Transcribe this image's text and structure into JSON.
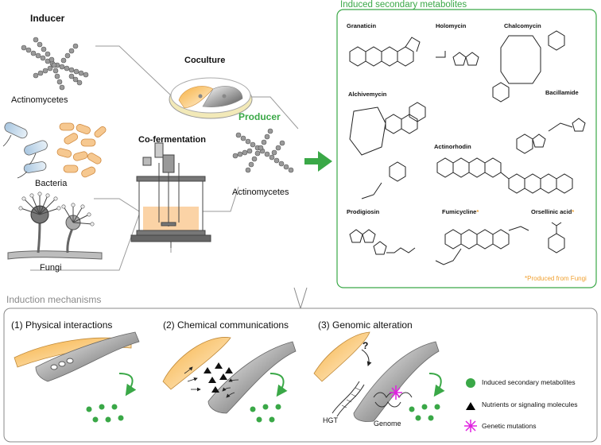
{
  "inducer": {
    "title": "Inducer",
    "actinomycetes": "Actinomycetes",
    "bacteria": "Bacteria",
    "fungi": "Fungi"
  },
  "coculture": "Coculture",
  "cofermentation": "Co-fermentation",
  "producer": {
    "title": "Producer",
    "organism": "Actinomycetes"
  },
  "metabolites": {
    "title": "Induced secondary metabolites",
    "compounds": [
      {
        "name": "Granaticin",
        "fungal": false
      },
      {
        "name": "Holomycin",
        "fungal": false
      },
      {
        "name": "Chalcomycin",
        "fungal": false
      },
      {
        "name": "Alchivemycin",
        "fungal": false
      },
      {
        "name": "Bacillamide",
        "fungal": false
      },
      {
        "name": "Actinorhodin",
        "fungal": false
      },
      {
        "name": "Prodigiosin",
        "fungal": false
      },
      {
        "name": "Fumicycline",
        "fungal": true
      },
      {
        "name": "Orsellinic acid",
        "fungal": true
      }
    ],
    "fungal_mark": "*",
    "footnote": "*Produced from Fungi"
  },
  "mechanisms": {
    "title": "Induction mechanisms",
    "panels": [
      "(1) Physical interactions",
      "(2) Chemical communications",
      "(3) Genomic alteration"
    ],
    "hgt_label": "HGT",
    "genome_label": "Genome",
    "question_mark": "?",
    "legend": [
      {
        "label": "Induced secondary metabolites",
        "color": "#3aa847",
        "icon": "green-dot"
      },
      {
        "label": "Nutrients or signaling molecules",
        "color": "#000000",
        "icon": "black-triangle"
      },
      {
        "label": "Genetic mutations",
        "color": "#e020e0",
        "icon": "magenta-asterisk"
      }
    ]
  },
  "colors": {
    "accent_green": "#3aa847",
    "fungi_orange": "#f0a030",
    "box_gray": "#8a8a8a",
    "mutation_magenta": "#e020e0"
  }
}
